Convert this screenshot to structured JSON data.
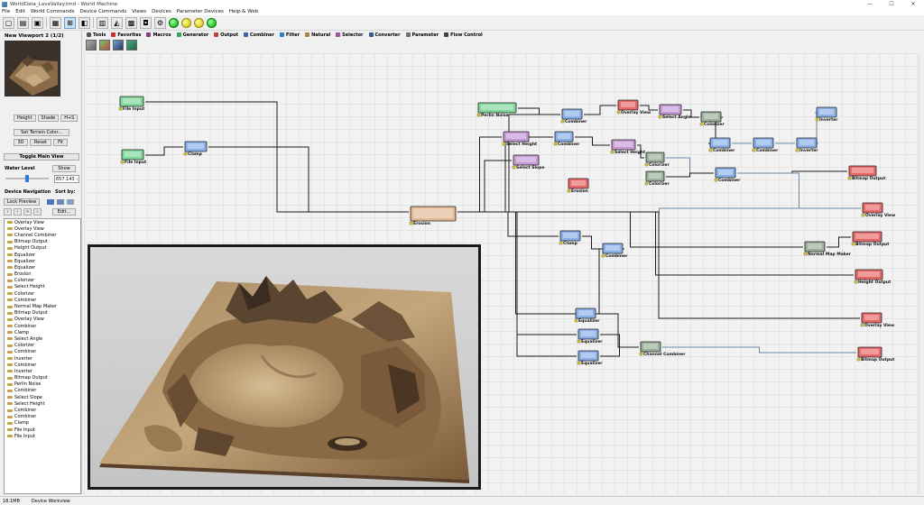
{
  "window": {
    "title": "WorldData_LavaValley.tmd - World Machine",
    "controls": [
      "—",
      "☐",
      "✕"
    ]
  },
  "menu": [
    "File",
    "Edit",
    "World Commands",
    "Device Commands",
    "Views",
    "Devices",
    "Parameter Devices",
    "Help & Web"
  ],
  "left_panel": {
    "viewport_title": "New Viewport 2 (1/2)",
    "mode_buttons": [
      "Height",
      "Shade",
      "H+S"
    ],
    "set_terrain_color": "Set Terrain Color...",
    "view_buttons": [
      "3D",
      "Reset",
      "Fit"
    ],
    "toggle_main_view": "Toggle Main View",
    "water_level_label": "Water Level",
    "show_label": "Show",
    "water_value": "657.143 ‹",
    "device_navigation_label": "Device Navigation",
    "sort_by_label": "Sort by:",
    "lock_preview": "Lock Preview",
    "edit_label": "Edit...",
    "devices": [
      "Overlay View",
      "Overlay View",
      "Channel Combiner",
      "Bitmap Output",
      "Height Output",
      "Equalizer",
      "Equalizer",
      "Equalizer",
      "Erosion",
      "Colorizer",
      "Select Height",
      "Colorizer",
      "Combiner",
      "Normal Map Maker",
      "Bitmap Output",
      "Overlay View",
      "Combiner",
      "Clamp",
      "Select Angle",
      "Colorizer",
      "Combiner",
      "Inverter",
      "Combiner",
      "Inverter",
      "Bitmap Output",
      "Perlin Noise",
      "Combiner",
      "Select Slope",
      "Select Height",
      "Combiner",
      "Combiner",
      "Clamp",
      "File Input",
      "File Input"
    ]
  },
  "tabs": [
    {
      "label": "Tools",
      "color": "#555555"
    },
    {
      "label": "Favorites",
      "color": "#c03030"
    },
    {
      "label": "Macros",
      "color": "#8a3a8a"
    },
    {
      "label": "Generator",
      "color": "#3aa060"
    },
    {
      "label": "Output",
      "color": "#c04040"
    },
    {
      "label": "Combiner",
      "color": "#4060b0"
    },
    {
      "label": "Filter",
      "color": "#3080c0"
    },
    {
      "label": "Natural",
      "color": "#b08040"
    },
    {
      "label": "Selector",
      "color": "#a050a0"
    },
    {
      "label": "Converter",
      "color": "#306090"
    },
    {
      "label": "Parameter",
      "color": "#707070"
    },
    {
      "label": "Flow Control",
      "color": "#404040"
    }
  ],
  "nodes": {
    "file_input_1": "File Input",
    "file_input_2": "File Input",
    "clamp_1": "Clamp",
    "erosion": "Erosion",
    "perlin_noise": "Perlin Noise",
    "combiner_1": "Combiner",
    "select_height_1": "Select Height",
    "combiner_2": "Combiner",
    "select_slope": "Select Slope",
    "overlay_view_1": "Overlay View",
    "select_angle": "Select Angle",
    "select_height_2": "Select Height",
    "colorizer_1": "Colorizer",
    "colorizer_2": "Colorizer",
    "colorizer_3": "Colorizer",
    "combiner_3": "Combiner",
    "inverter_1": "Inverter",
    "combiner_4": "Combiner",
    "inverter_2": "Inverter",
    "erosion_2": "Erosion",
    "bitmap_output_1": "Bitmap Output",
    "combiner_5": "Combiner",
    "overlay_view_2": "Overlay View",
    "clamp_2": "Clamp",
    "combiner_6": "Combiner",
    "bitmap_output_2": "Bitmap Output",
    "normal_map_maker": "Normal Map Maker",
    "height_output": "Height Output",
    "equalizer_1": "Equalizer",
    "equalizer_2": "Equalizer",
    "equalizer_3": "Equalizer",
    "channel_combiner": "Channel Combiner",
    "overlay_view_3": "Overlay View",
    "bitmap_output_3": "Bitmap Output"
  },
  "status": {
    "memory": "18.1MB",
    "mode": "Device Workview"
  }
}
